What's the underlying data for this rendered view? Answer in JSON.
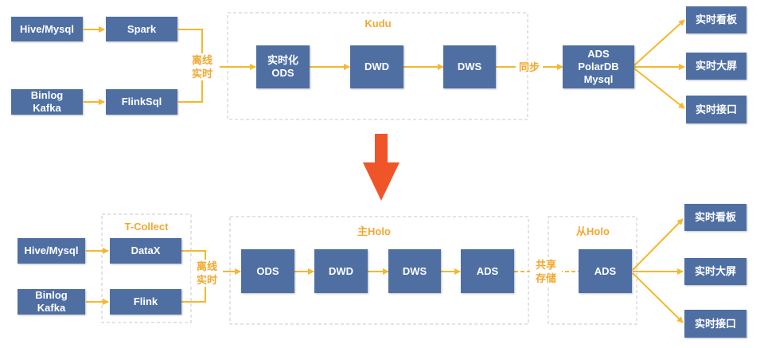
{
  "top": {
    "sources": {
      "hive": "Hive/Mysql",
      "binlog": "Binlog\nKafka"
    },
    "engines": {
      "spark": "Spark",
      "flinksql": "FlinkSql"
    },
    "merge_label": "离线\n实时",
    "group_title": "Kudu",
    "layers": {
      "ods": "实时化\nODS",
      "dwd": "DWD",
      "dws": "DWS"
    },
    "sync_label": "同步",
    "ads": "ADS\nPolarDB\nMysql",
    "outputs": [
      "实时看板",
      "实时大屏",
      "实时接口"
    ]
  },
  "bottom": {
    "sources": {
      "hive": "Hive/Mysql",
      "binlog": "Binlog\nKafka"
    },
    "collect_title": "T-Collect",
    "engines": {
      "datax": "DataX",
      "flink": "Flink"
    },
    "merge_label": "离线\n实时",
    "main_title": "主Holo",
    "layers": {
      "ods": "ODS",
      "dwd": "DWD",
      "dws": "DWS",
      "ads": "ADS"
    },
    "share_label": "共享\n存储",
    "replica_title": "从Holo",
    "replica_ads": "ADS",
    "outputs": [
      "实时看板",
      "实时大屏",
      "实时接口"
    ]
  },
  "colors": {
    "node_fill": "#4f6fa3",
    "arrow": "#f5b82e",
    "label": "#f0a830",
    "big_arrow": "#f0552a",
    "group_border": "#c8c8c8"
  }
}
